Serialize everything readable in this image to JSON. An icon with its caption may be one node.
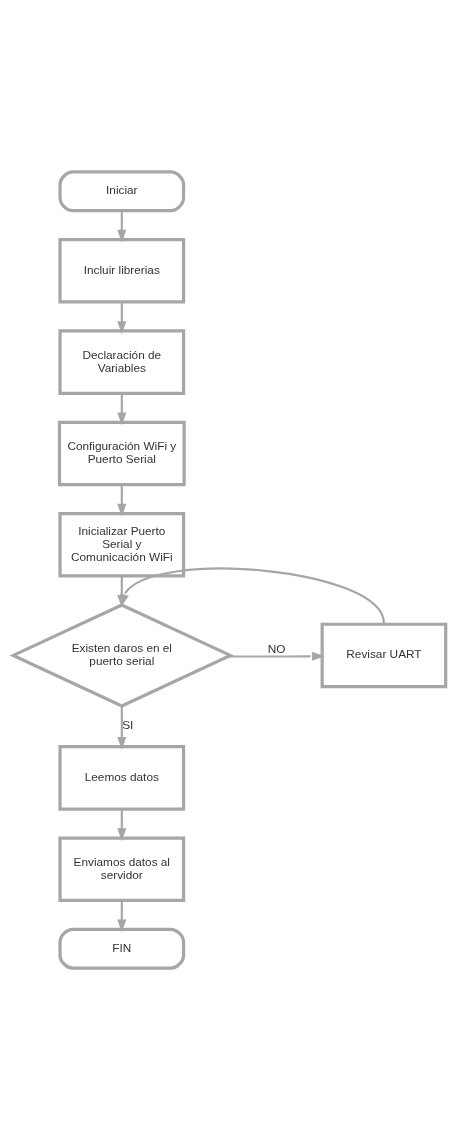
{
  "diagram": {
    "nodes": [
      {
        "text": [
          "Iniciar"
        ]
      },
      {
        "text": [
          "Incluir librerias"
        ]
      },
      {
        "text": [
          "Declaración de Variables"
        ]
      },
      {
        "text": [
          "Configuración WiFi y Puerto Serial"
        ]
      },
      {
        "text": [
          "Inicializar Puerto Serial y Comunicación WiFi"
        ]
      },
      {
        "text": [
          "Existen daros en el puerto serial"
        ]
      },
      {
        "text": [
          "Revisar UART"
        ]
      },
      {
        "text": [
          "Leemos datos"
        ]
      },
      {
        "text": [
          "Enviamos datos al servidor"
        ]
      },
      {
        "text": [
          "FIN"
        ]
      }
    ],
    "edges": [
      {
        "from": 0,
        "to": 1,
        "arrow": "to"
      },
      {
        "from": 1,
        "to": 2,
        "arrow": "to"
      },
      {
        "from": 2,
        "to": 3,
        "arrow": "to"
      },
      {
        "from": 3,
        "to": 4,
        "arrow": "to"
      },
      {
        "from": 4,
        "to": 5,
        "arrow": "to"
      },
      {
        "from": 5,
        "to": 6,
        "arrow": "to",
        "label": "NO"
      },
      {
        "from": 6,
        "to": 5,
        "arrow": "to"
      },
      {
        "from": 5,
        "to": 7,
        "arrow": "to",
        "label": "SI"
      },
      {
        "from": 7,
        "to": 8,
        "arrow": "to"
      },
      {
        "from": 8,
        "to": 9,
        "arrow": "to"
      }
    ]
  }
}
